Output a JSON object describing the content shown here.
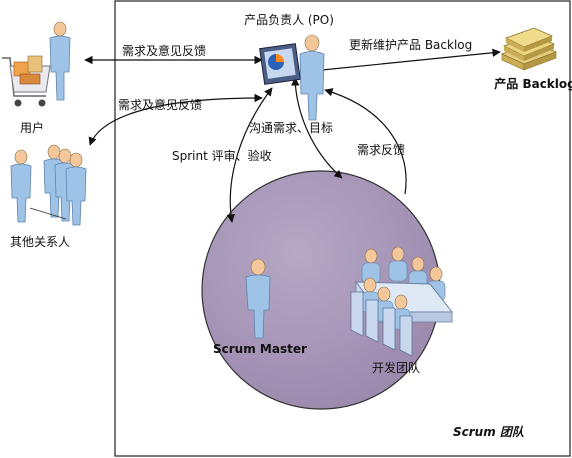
{
  "labels": {
    "po": "产品负责人 (PO)",
    "backlog_update": "更新维护产品 Backlog",
    "product_backlog": "产品 Backlog",
    "req_feedback_top": "需求及意见反馈",
    "req_feedback_mid": "需求及意见反馈",
    "user": "用户",
    "stakeholders": "其他关系人",
    "communicate": "沟通需求、目标",
    "req_feedback_right": "需求反馈",
    "sprint_review": "Sprint 评审、验收",
    "scrum_master": "Scrum Master",
    "dev_team": "开发团队",
    "scrum_team": "Scrum 团队"
  },
  "colors": {
    "circle_fill": "#a897b8",
    "circle_stroke": "#333333",
    "person_body": "#9ec3e6",
    "person_head": "#f3c79a",
    "chair": "#c9d8ee",
    "table": "#dfe8f5",
    "backlog": "#e4cd7d"
  }
}
